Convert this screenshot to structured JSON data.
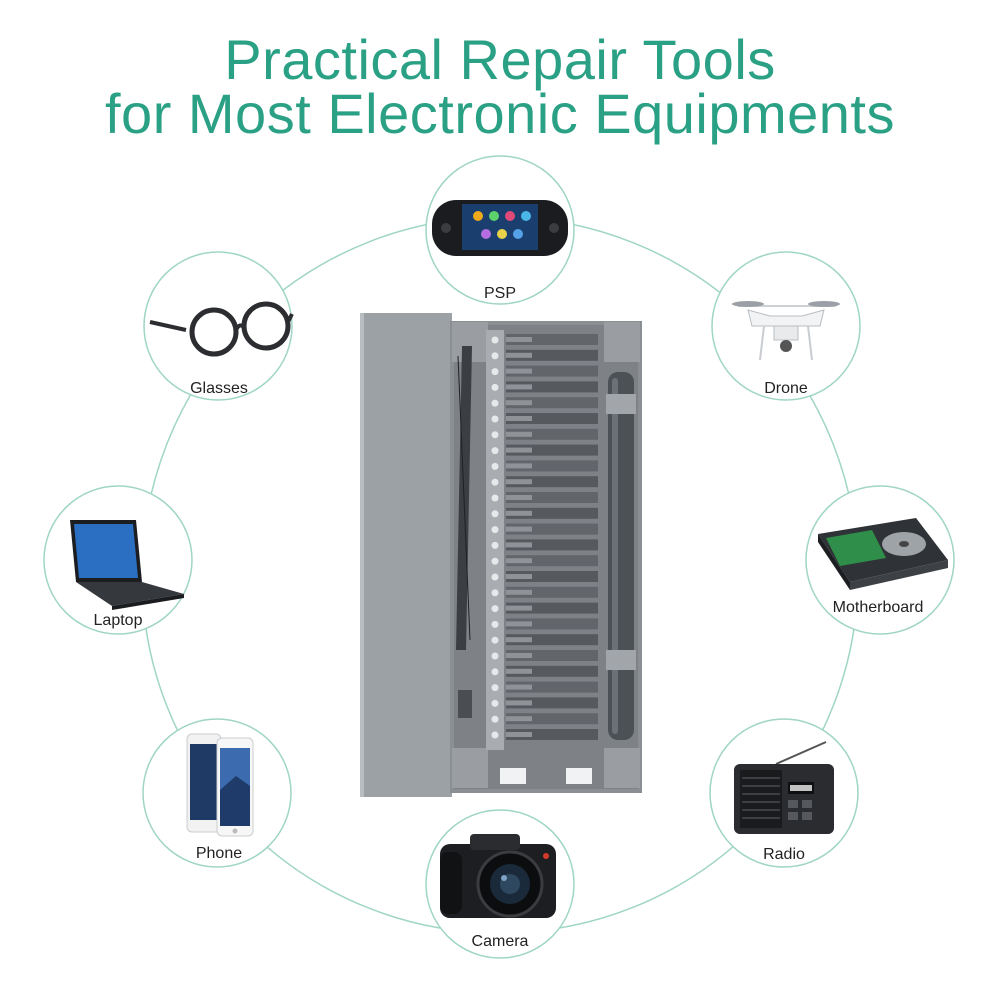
{
  "header": {
    "line1": "Practical Repair Tools",
    "line2": "for Most Electronic Equipments"
  },
  "colors": {
    "accent": "#2aa085",
    "ring": "#9fd5c4",
    "case": "#8b8f94"
  },
  "devices": [
    {
      "id": "psp",
      "label": "PSP"
    },
    {
      "id": "drone",
      "label": "Drone"
    },
    {
      "id": "motherboard",
      "label": "Motherboard"
    },
    {
      "id": "radio",
      "label": "Radio"
    },
    {
      "id": "camera",
      "label": "Camera"
    },
    {
      "id": "phone",
      "label": "Phone"
    },
    {
      "id": "laptop",
      "label": "Laptop"
    },
    {
      "id": "glasses",
      "label": "Glasses"
    }
  ]
}
